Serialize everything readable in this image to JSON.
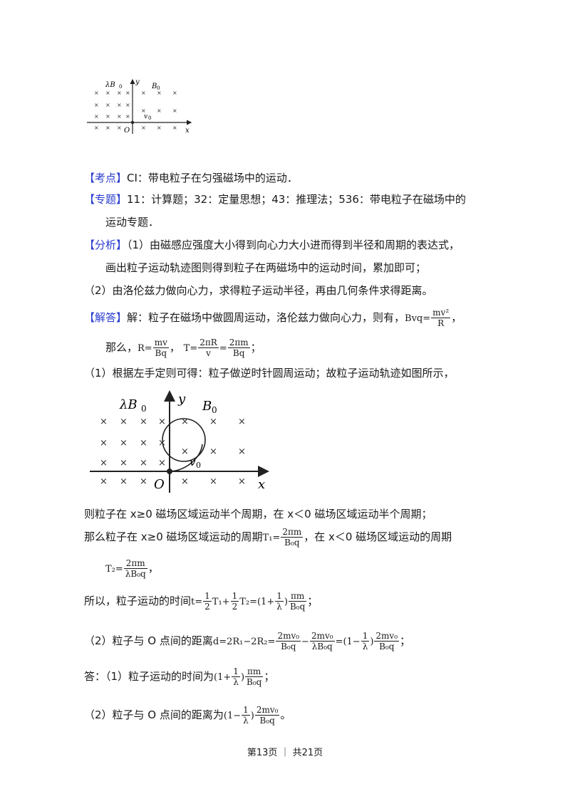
{
  "fig1": {
    "lam_label": "λB",
    "b_label": "B",
    "y_label": "y",
    "x_label": "x",
    "o_label": "O",
    "v_label": "v",
    "sub0": "0",
    "cross": "×"
  },
  "kaodian": {
    "tag": "【考点】",
    "text": "CI：带电粒子在匀强磁场中的运动．"
  },
  "zhuanti": {
    "tag": "【专题】",
    "line1": "11：计算题；32：定量思想；43：推理法；536：带电粒子在磁场中的",
    "line2": "运动专题．"
  },
  "fenxi": {
    "tag": "【分析】",
    "line1": "（1）由磁感应强度大小得到向心力大小进而得到半径和周期的表达式，",
    "line2": "画出粒子运动轨迹图则得到粒子在两磁场中的运动时间，累加即可；"
  },
  "line_analysis2": "（2）由洛伦兹力做向心力，求得粒子运动半径，再由几何条件求得距离。",
  "jieda": {
    "tag": "【解答】",
    "text": "解：粒子在磁场中做圆周运动，洛伦兹力做向心力，则有，",
    "f_lhs": "Bvq=",
    "f_num": "mv²",
    "f_den": "R",
    "f_end": "，"
  },
  "namo": {
    "text": "那么，",
    "r_lhs": "R=",
    "r_num": "mv",
    "r_den": "Bq",
    "sep": "，",
    "t_lhs": "T=",
    "t_num1": "2πR",
    "t_den1": "v",
    "eq": "=",
    "t_num2": "2πm",
    "t_den2": "Bq",
    "end": "；"
  },
  "step1": "（1）根据左手定则可得：粒子做逆时针圆周运动；故粒子运动轨迹如图所示，",
  "half_line": "则粒子在 x≥0 磁场区域运动半个周期，在 x＜0 磁场区域运动半个周期；",
  "period_line": {
    "pre": "那么粒子在 x≥0 磁场区域运动的周期",
    "t1_lhs": "T₁=",
    "t1_num": "2πm",
    "t1_den": "B₀q",
    "post": "，在 x＜0 磁场区域运动的周期"
  },
  "t2_line": {
    "lhs": "T₂=",
    "num": "2πm",
    "den": "λB₀q",
    "end": "，"
  },
  "time_line": {
    "pre": "所以，粒子运动的时间",
    "expr1": "t=",
    "half": "1",
    "two": "2",
    "t1": "T₁+",
    "t2": "T₂=(1+",
    "one": "1",
    "lam": "λ",
    "close": ")",
    "num": "πm",
    "den": "B₀q",
    "end": "；"
  },
  "dist_line": {
    "pre": "（2）粒子与 O 点间的距离",
    "expr": "d=2R₁−2R₂=",
    "n1": "2mv₀",
    "d1": "B₀q",
    "minus": "−",
    "n2": "2mv₀",
    "d2": "λB₀q",
    "eq": "=(1−",
    "one": "1",
    "lam": "λ",
    "close": ")",
    "n3": "2mv₀",
    "d3": "B₀q",
    "end": "；"
  },
  "ans1": {
    "pre": "答：（1）粒子运动的时间为",
    "open": "(1+",
    "one": "1",
    "lam": "λ",
    "close": ")",
    "num": "πm",
    "den": "B₀q",
    "end": "；"
  },
  "ans2": {
    "pre": "（2）粒子与 O 点间的距离为",
    "open": "(1−",
    "one": "1",
    "lam": "λ",
    "close": ")",
    "num": "2mv₀",
    "den": "B₀q",
    "end": "。"
  },
  "footer": "第13页 ｜ 共21页"
}
